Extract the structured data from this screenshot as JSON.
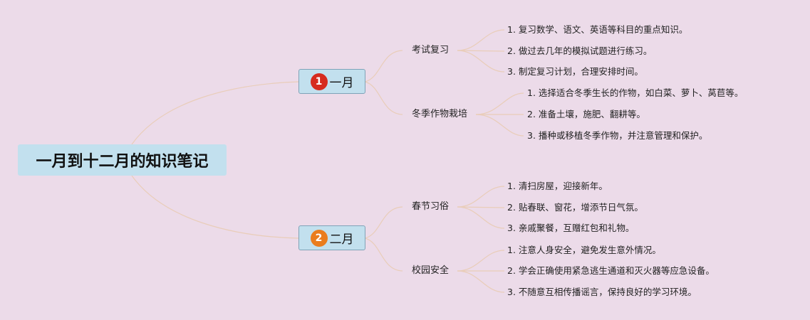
{
  "root": {
    "label": "一月到十二月的知识笔记"
  },
  "months": [
    {
      "number": "1",
      "label": "一月",
      "color": "#d62b1e",
      "topics": [
        {
          "label": "考试复习",
          "items": [
            "1. 复习数学、语文、英语等科目的重点知识。",
            "2. 做过去几年的模拟试题进行练习。",
            "3. 制定复习计划，合理安排时间。"
          ]
        },
        {
          "label": "冬季作物栽培",
          "items": [
            "1. 选择适合冬季生长的作物，如白菜、萝卜、莴苣等。",
            "2. 准备土壤，施肥、翻耕等。",
            "3. 播种或移植冬季作物，并注意管理和保护。"
          ]
        }
      ]
    },
    {
      "number": "2",
      "label": "二月",
      "color": "#ea7d1e",
      "topics": [
        {
          "label": "春节习俗",
          "items": [
            "1. 清扫房屋，迎接新年。",
            "2. 贴春联、窗花，增添节日气氛。",
            "3. 亲戚聚餐，互赠红包和礼物。"
          ]
        },
        {
          "label": "校园安全",
          "items": [
            "1. 注意人身安全，避免发生意外情况。",
            "2. 学会正确使用紧急逃生通道和灭火器等应急设备。",
            "3. 不随意互相传播谣言，保持良好的学习环境。"
          ]
        }
      ]
    }
  ]
}
